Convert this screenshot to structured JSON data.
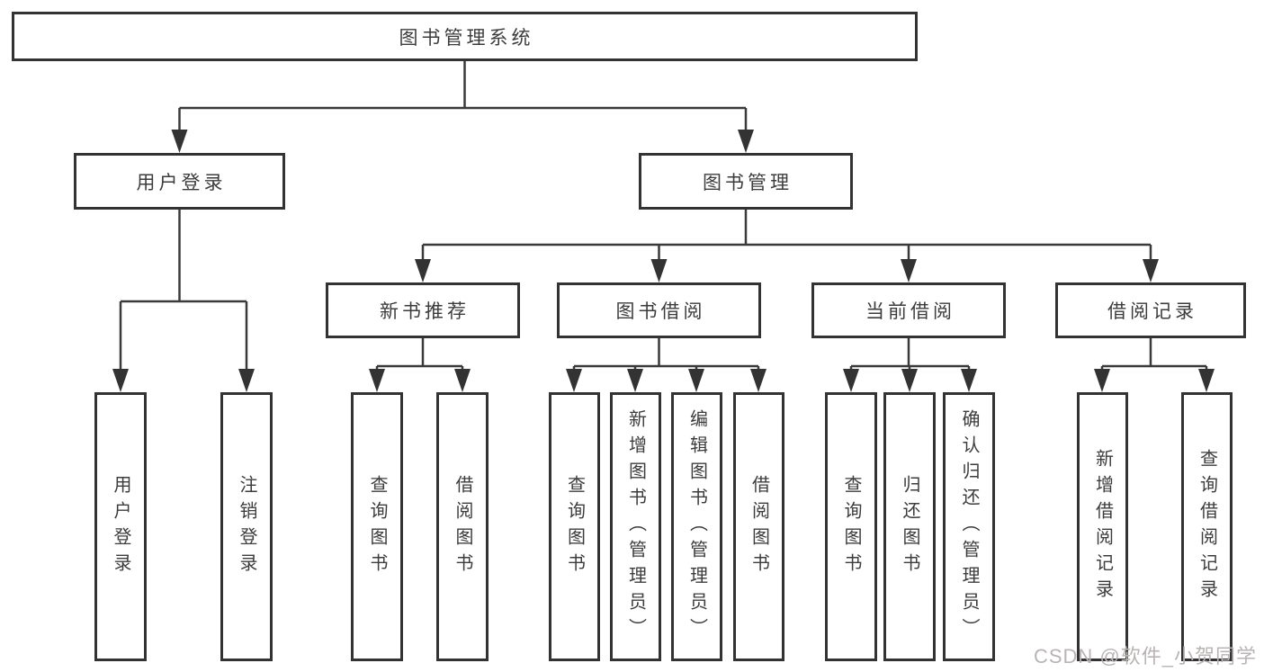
{
  "diagram_title": "图书管理系统",
  "tree": {
    "label": "图书管理系统",
    "children": [
      {
        "label": "用户登录",
        "children": [
          {
            "label": "用户登录"
          },
          {
            "label": "注销登录"
          }
        ]
      },
      {
        "label": "图书管理",
        "children": [
          {
            "label": "新书推荐",
            "children": [
              {
                "label": "查询图书"
              },
              {
                "label": "借阅图书"
              }
            ]
          },
          {
            "label": "图书借阅",
            "children": [
              {
                "label": "查询图书"
              },
              {
                "label": "新增图书（管理员）"
              },
              {
                "label": "编辑图书（管理员）"
              },
              {
                "label": "借阅图书"
              }
            ]
          },
          {
            "label": "当前借阅",
            "children": [
              {
                "label": "查询图书"
              },
              {
                "label": "归还图书"
              },
              {
                "label": "确认归还（管理员）"
              }
            ]
          },
          {
            "label": "借阅记录",
            "children": [
              {
                "label": "新增借阅记录"
              },
              {
                "label": "查询借阅记录"
              }
            ]
          }
        ]
      }
    ]
  },
  "watermark": {
    "text": "CSDN @软件_小贺同学"
  },
  "colors": {
    "background": "#ffffff",
    "box_border": "#333333",
    "connector_line": "#3a3a3a",
    "text": "#3c3c3c",
    "watermark_text": "#b9b4b4"
  }
}
